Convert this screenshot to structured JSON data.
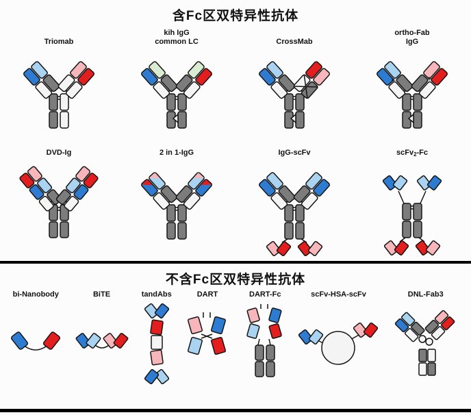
{
  "sections": [
    {
      "title": "含Fc区双特异性抗体",
      "rows": [
        {
          "items": [
            {
              "label": "Triomab"
            },
            {
              "label": "kih IgG\ncommon LC"
            },
            {
              "label": "CrossMab"
            },
            {
              "label": "ortho-Fab\nIgG"
            }
          ]
        },
        {
          "items": [
            {
              "label": "DVD-Ig"
            },
            {
              "label": "2 in 1-IgG"
            },
            {
              "label": "IgG-scFv"
            },
            {
              "label_pre": "scFv",
              "label_sub": "2",
              "label_post": "-Fc"
            }
          ]
        }
      ]
    },
    {
      "title": "不含Fc区双特异性抗体",
      "items": [
        {
          "label": "bi-Nanobody"
        },
        {
          "label": "BiTE"
        },
        {
          "label": "tandAbs"
        },
        {
          "label": "DART"
        },
        {
          "label": "DART-Fc"
        },
        {
          "label": "scFv-HSA-scFv"
        },
        {
          "label": "DNL-Fab3"
        }
      ]
    }
  ],
  "colors": {
    "blue": "#2e7bd2",
    "lblue": "#a9d3f0",
    "red": "#e31e1e",
    "pink": "#f6b6ba",
    "gray": "#7c7c7c",
    "white": "#f4f4f4",
    "green": "#d9ecd2",
    "outline": "#141414",
    "divider": "#000000",
    "bg": "#fcfcfc"
  }
}
